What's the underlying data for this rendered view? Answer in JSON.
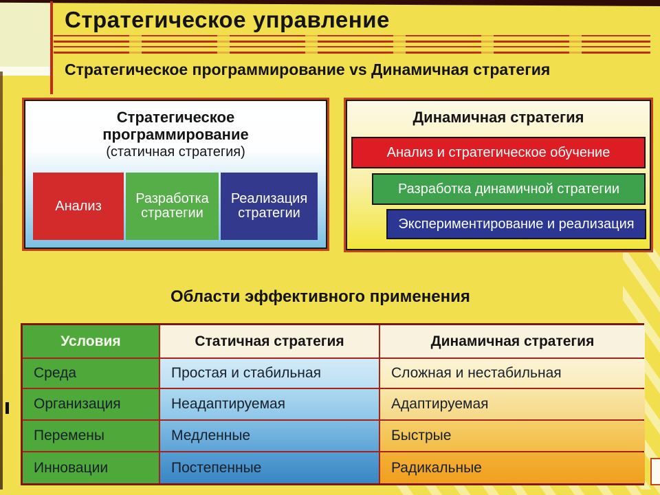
{
  "slide": {
    "title": "Стратегическое управление",
    "subtitle": "Стратегическое программирование vs Динамичная стратегия",
    "section_heading": "Области эффективного применения"
  },
  "static_panel": {
    "title_line1": "Стратегическое",
    "title_line2": "программирование",
    "subtitle": "(статичная стратегия)",
    "blocks": [
      {
        "label": "Анализ",
        "color": "#d32b2b"
      },
      {
        "label": "Разработка стратегии",
        "color": "#55ae47"
      },
      {
        "label": "Реализация стратегии",
        "color": "#333a8e"
      }
    ]
  },
  "dynamic_panel": {
    "title": "Динамичная стратегия",
    "bars": [
      {
        "label": "Анализ и стратегическое обучение",
        "color": "#dd1c24"
      },
      {
        "label": "Разработка динамичной стратегии",
        "color": "#3da24b"
      },
      {
        "label": "Экспериментирование и реализация",
        "color": "#2b3793"
      }
    ]
  },
  "table": {
    "headers": [
      "Условия",
      "Статичная стратегия",
      "Динамичная стратегия"
    ],
    "rows": [
      [
        "Среда",
        "Простая и стабильная",
        "Сложная и нестабильная"
      ],
      [
        "Организация",
        "Неадаптируемая",
        "Адаптируемая"
      ],
      [
        "Перемены",
        "Медленные",
        "Быстрые"
      ],
      [
        "Инновации",
        "Постепенные",
        "Радикальные"
      ]
    ]
  },
  "colors": {
    "background": "#f2df4d",
    "accent_red": "#c22a12",
    "table_green": "#4fa93a",
    "static_column_top": "#d2eaf7",
    "static_column_bottom": "#3a86c4",
    "dynamic_column_top": "#fbf3d4",
    "dynamic_column_bottom": "#f09f1d"
  }
}
